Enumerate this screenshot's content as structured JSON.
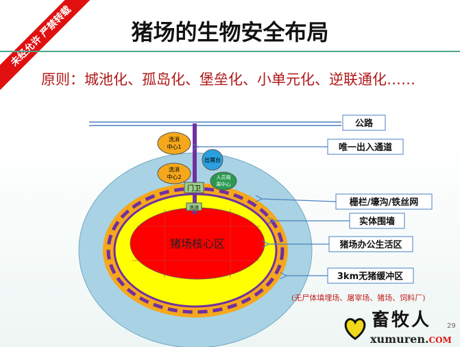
{
  "banner": "未经允许 严禁转载",
  "title": "猪场的生物安全布局",
  "subtitle": "原则：城池化、孤岛化、堡垒化、小单元化、逆联通化……",
  "diagram": {
    "core": "猪场核心区",
    "wash1": [
      "洗消",
      "中心1"
    ],
    "wash2": [
      "洗消",
      "中心2"
    ],
    "pig_out": "出猪台",
    "staff": [
      "人员隔",
      "离中心"
    ],
    "gate": "门卫",
    "disinfect": "洗消",
    "labels": [
      "公路",
      "唯一出入通道",
      "栅栏/壕沟/铁丝网",
      "实体围墙",
      "猪场办公生活区",
      "3km无猪缓冲区"
    ],
    "note": "(无尸体填埋场、屠宰场、猪场、饲料厂)"
  },
  "logo": {
    "cn": "畜牧人",
    "en": "xumuren.",
    "com": "COM"
  },
  "page": "29",
  "colors": {
    "buffer": "#a9d3e4",
    "fence": "#f5a81c",
    "wall": "#7030a0",
    "office": "#ffff00",
    "core": "#ff0000"
  }
}
